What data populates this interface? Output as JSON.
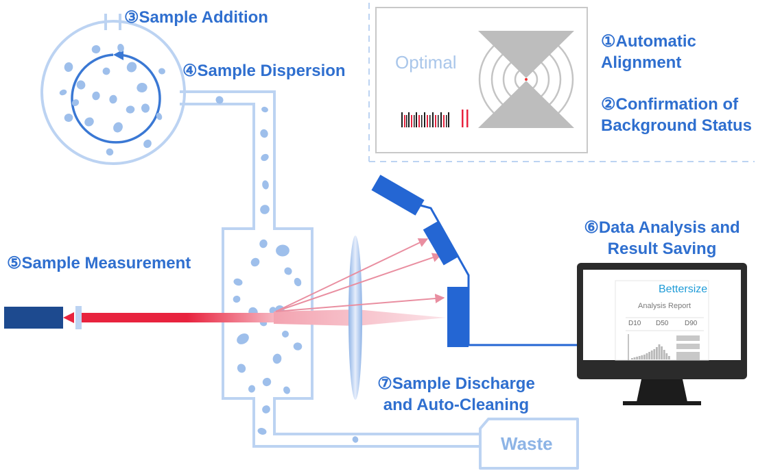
{
  "steps": {
    "step1": "①Automatic Alignment",
    "step1_line1": "①Automatic",
    "step1_line2": "Alignment",
    "step2_line1": "②Confirmation of",
    "step2_line2": "Background Status",
    "step3": "③Sample Addition",
    "step4": "④Sample Dispersion",
    "step5": "⑤Sample Measurement",
    "step6_line1": "⑥Data Analysis and",
    "step6_line2": "Result Saving",
    "step7_line1": "⑦Sample Discharge",
    "step7_line2": "and Auto-Cleaning"
  },
  "alignment_panel": {
    "status_text": "Optimal"
  },
  "waste_label": "Waste",
  "monitor": {
    "brand": "Bettersize",
    "report_title": "Analysis Report",
    "columns": [
      "D10",
      "D50",
      "D90"
    ]
  },
  "colors": {
    "label_blue": "#2f6fcf",
    "pipe_outline": "#bcd3f2",
    "particle": "#9ebfeb",
    "laser_red": "#e8233e",
    "detector_blue": "#2466d3",
    "laser_source": "#1d4a8f",
    "monitor_frame": "#2b2b2b"
  }
}
